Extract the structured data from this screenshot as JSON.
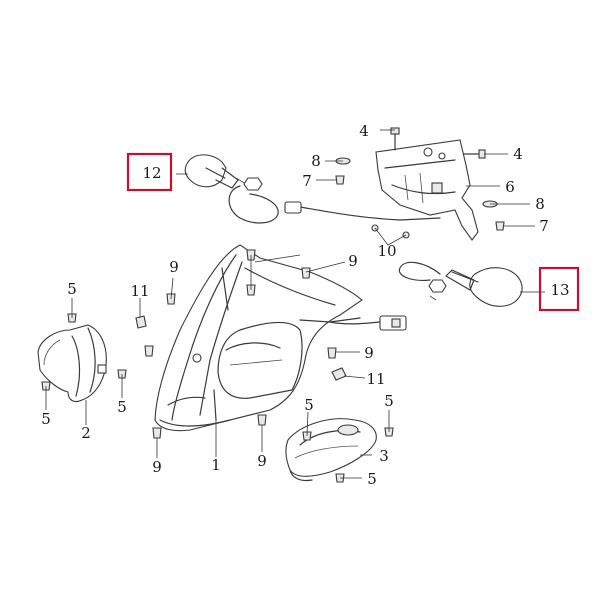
{
  "callouts": {
    "c1": "1",
    "c2": "2",
    "c3": "3",
    "c4a": "4",
    "c4b": "4",
    "c5a": "5",
    "c5b": "5",
    "c5c": "5",
    "c5d": "5",
    "c5e": "5",
    "c5f": "5",
    "c6": "6",
    "c7a": "7",
    "c7b": "7",
    "c8a": "8",
    "c8b": "8",
    "c9a": "9",
    "c9b": "9",
    "c9c": "9",
    "c9d": "9",
    "c9e": "9",
    "c10": "10",
    "c11a": "11",
    "c11b": "11",
    "c12": "12",
    "c13": "13"
  },
  "colors": {
    "highlight": "#c8102e",
    "line": "#3a3a3a",
    "shade": "#e9e9e9"
  }
}
